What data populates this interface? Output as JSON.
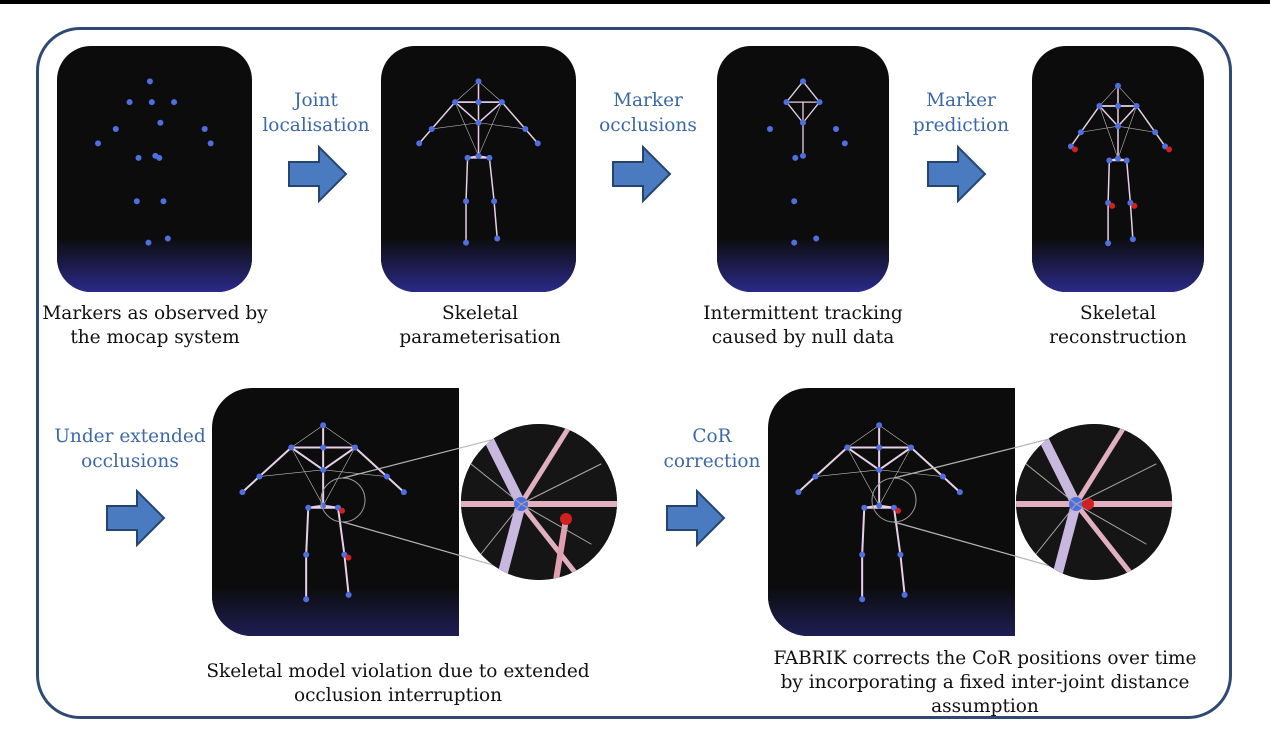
{
  "colors": {
    "frame": "#2e4a72",
    "step_text": "#3b68a8",
    "arrow_fill": "#4a7bc0",
    "arrow_stroke": "#26456e",
    "marker": "#4f6fe0",
    "bone": "#e8d0e8",
    "error_marker": "#d02020"
  },
  "panels": [
    {
      "caption": "Markers as observed by\nthe mocap system"
    },
    {
      "caption": "Skeletal\nparameterisation"
    },
    {
      "caption": "Intermittent tracking\ncaused by null data"
    },
    {
      "caption": "Skeletal\nreconstruction"
    }
  ],
  "steps": [
    {
      "label": "Joint\nlocalisation"
    },
    {
      "label": "Marker\nocclusions"
    },
    {
      "label": "Marker\nprediction"
    },
    {
      "label": "Under extended\nocclusions"
    },
    {
      "label": "CoR\ncorrection"
    }
  ],
  "bottom": [
    {
      "caption": "Skeletal model violation due to extended\nocclusion interruption"
    },
    {
      "caption": "FABRIK corrects the CoR positions over time\nby incorporating a fixed inter-joint distance\nassumption"
    }
  ]
}
